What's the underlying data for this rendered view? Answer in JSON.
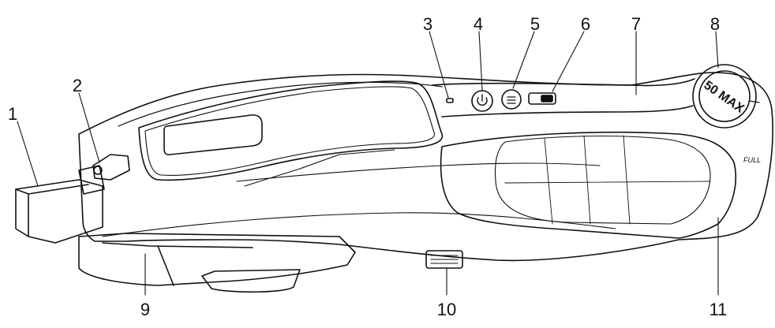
{
  "diagram": {
    "subject": "cordless vacuum cleaner",
    "line_color": "#111111",
    "background": "#ffffff"
  },
  "callouts": [
    {
      "id": "1",
      "label": "1"
    },
    {
      "id": "2",
      "label": "2"
    },
    {
      "id": "3",
      "label": "3"
    },
    {
      "id": "4",
      "label": "4"
    },
    {
      "id": "5",
      "label": "5"
    },
    {
      "id": "6",
      "label": "6"
    },
    {
      "id": "7",
      "label": "7"
    },
    {
      "id": "8",
      "label": "8"
    },
    {
      "id": "9",
      "label": "9"
    },
    {
      "id": "10",
      "label": "10"
    },
    {
      "id": "11",
      "label": "11"
    }
  ],
  "product_markings": {
    "cap_top": "50 MAX",
    "cap_side": "FULL"
  },
  "icons": {
    "button_4": "power-icon",
    "button_5": "mode-icon",
    "button_6": "slide-switch-icon"
  }
}
